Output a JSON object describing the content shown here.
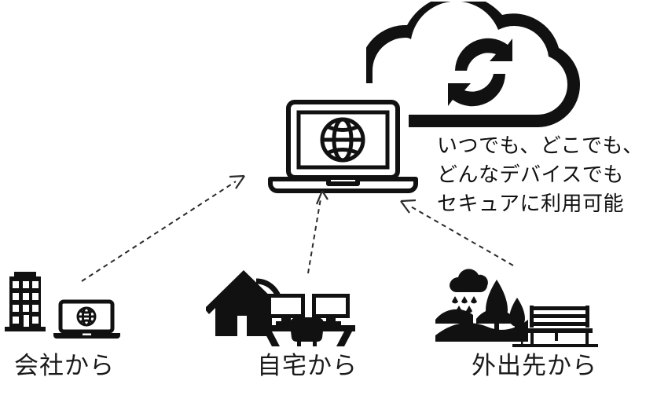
{
  "diagram": {
    "title_absent": true,
    "background_color": "#ffffff",
    "ink_color": "#111111"
  },
  "cloud": {
    "icon": "cloud-sync-icon",
    "description": "cloud with circular sync arrows"
  },
  "hub": {
    "icon": "laptop-globe-icon",
    "description": "laptop displaying a globe"
  },
  "caption": {
    "lines": [
      "いつでも、どこでも、",
      "どんなデバイスでも",
      "セキュアに利用可能"
    ],
    "line1": "いつでも、どこでも、",
    "line2": "どんなデバイスでも",
    "line3": "セキュアに利用可能"
  },
  "sources": [
    {
      "id": "office",
      "label": "会社から",
      "icons": [
        "office-building-icon",
        "laptop-globe-icon"
      ]
    },
    {
      "id": "home",
      "label": "自宅から",
      "icons": [
        "house-wifi-icon",
        "desk-dual-monitor-icon",
        "chair-icon"
      ]
    },
    {
      "id": "outside",
      "label": "外出先から",
      "icons": [
        "park-landscape-icon",
        "park-bench-icon",
        "street-lamp-icon"
      ]
    }
  ],
  "connectors": [
    {
      "id": "office-to-hub",
      "style": "dashed",
      "direction": "up-right"
    },
    {
      "id": "home-to-hub",
      "style": "dashed",
      "direction": "up"
    },
    {
      "id": "outside-to-hub",
      "style": "dashed",
      "direction": "up-left"
    }
  ]
}
